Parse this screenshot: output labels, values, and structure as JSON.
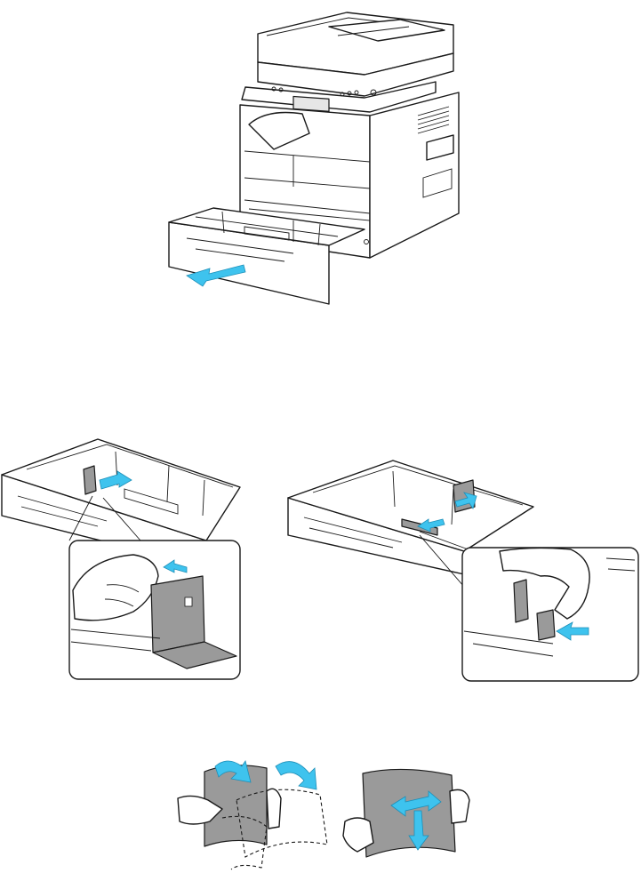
{
  "figures": [
    {
      "id": "printer-tray-pulled-out",
      "icon": "printer-open-tray-illustration"
    },
    {
      "id": "tray-length-guide-adjust",
      "icon": "tray-guide-squeeze-illustration"
    },
    {
      "id": "tray-width-guide-adjust",
      "icon": "tray-guide-slide-illustration"
    },
    {
      "id": "paper-fan-flex",
      "icon": "paper-flex-illustration"
    }
  ],
  "colors": {
    "arrow": "#3ec3ee",
    "line": "#1a1a1a",
    "guide": "#9a9a9a"
  }
}
